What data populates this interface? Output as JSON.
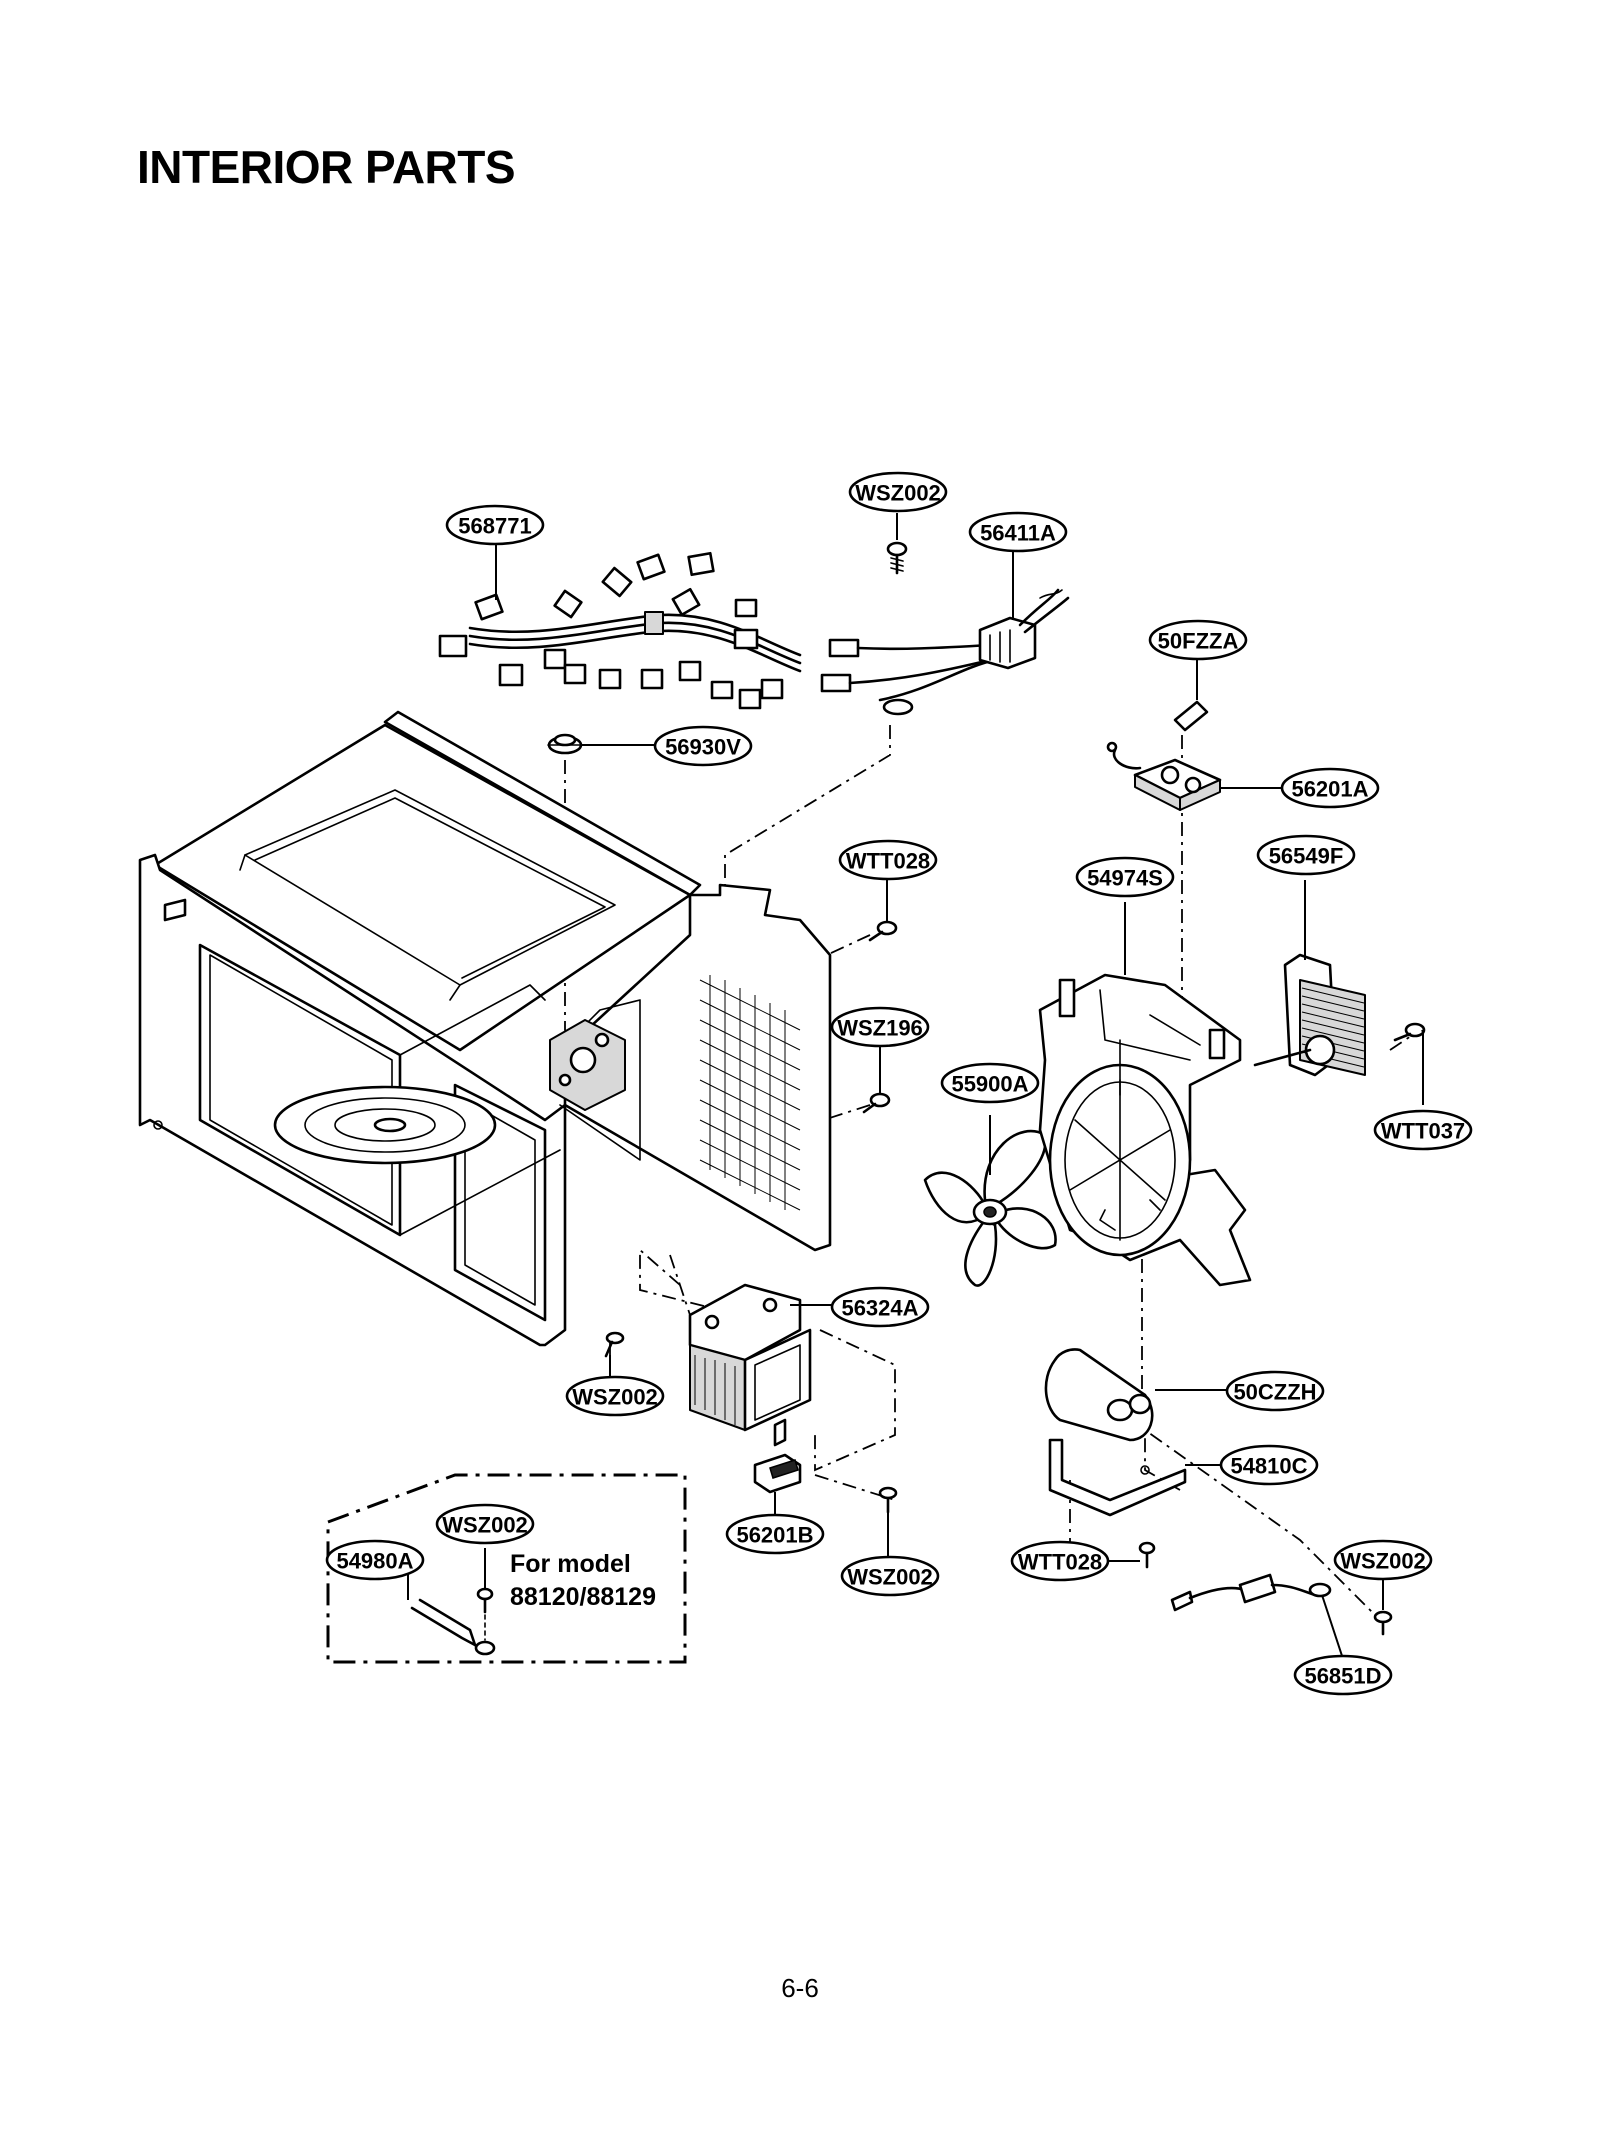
{
  "page": {
    "title": "INTERIOR PARTS",
    "page_number": "6-6"
  },
  "callouts": [
    {
      "id": "wsz002-top",
      "label": "WSZ002"
    },
    {
      "id": "568771",
      "label": "568771"
    },
    {
      "id": "56411a",
      "label": "56411A"
    },
    {
      "id": "50fzza",
      "label": "50FZZA"
    },
    {
      "id": "56930v",
      "label": "56930V"
    },
    {
      "id": "56201a",
      "label": "56201A"
    },
    {
      "id": "wtt028-mid",
      "label": "WTT028"
    },
    {
      "id": "54974s",
      "label": "54974S"
    },
    {
      "id": "56549f",
      "label": "56549F"
    },
    {
      "id": "wsz196",
      "label": "WSZ196"
    },
    {
      "id": "55900a",
      "label": "55900A"
    },
    {
      "id": "wtt037",
      "label": "WTT037"
    },
    {
      "id": "56324a",
      "label": "56324A"
    },
    {
      "id": "wsz002-left",
      "label": "WSZ002"
    },
    {
      "id": "50czzh",
      "label": "50CZZH"
    },
    {
      "id": "54810c",
      "label": "54810C"
    },
    {
      "id": "wsz002-inset",
      "label": "WSZ002"
    },
    {
      "id": "54980a",
      "label": "54980A"
    },
    {
      "id": "56201b",
      "label": "56201B"
    },
    {
      "id": "wsz002-bottom",
      "label": "WSZ002"
    },
    {
      "id": "wtt028-bottom",
      "label": "WTT028"
    },
    {
      "id": "wsz002-right",
      "label": "WSZ002"
    },
    {
      "id": "56851d",
      "label": "56851D"
    }
  ],
  "inset_note": {
    "line1": "For model",
    "line2": "88120/88129"
  }
}
